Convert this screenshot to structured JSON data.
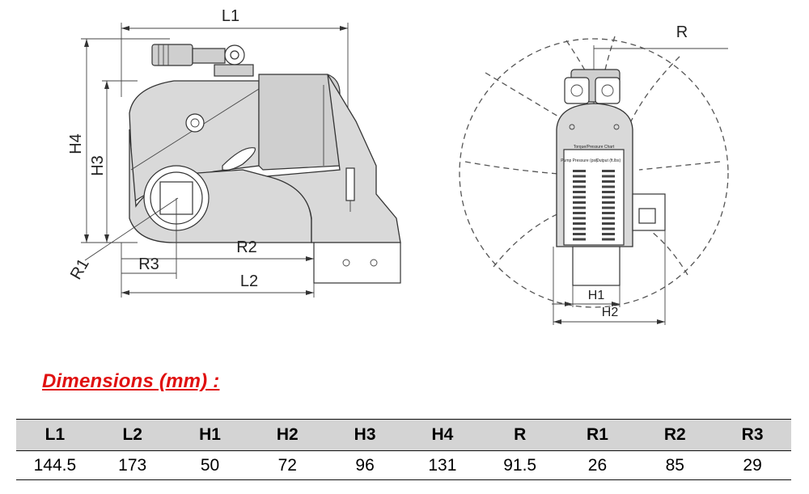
{
  "drawing": {
    "side_labels": {
      "L1": "L1",
      "L2": "L2",
      "H3": "H3",
      "H4": "H4",
      "R1": "R1",
      "R2": "R2",
      "R3": "R3"
    },
    "front_labels": {
      "R": "R",
      "H1": "H1",
      "H2": "H2"
    },
    "chart_plate": {
      "title": "Torque/Pressure Chart",
      "col1": "Pump Pressure (psi)",
      "col2": "Output (ft.lbs)"
    }
  },
  "section_title": "Dimensions (mm) :",
  "table": {
    "headers": [
      "L1",
      "L2",
      "H1",
      "H2",
      "H3",
      "H4",
      "R",
      "R1",
      "R2",
      "R3"
    ],
    "values": [
      "144.5",
      "173",
      "50",
      "72",
      "96",
      "131",
      "91.5",
      "26",
      "85",
      "29"
    ]
  }
}
